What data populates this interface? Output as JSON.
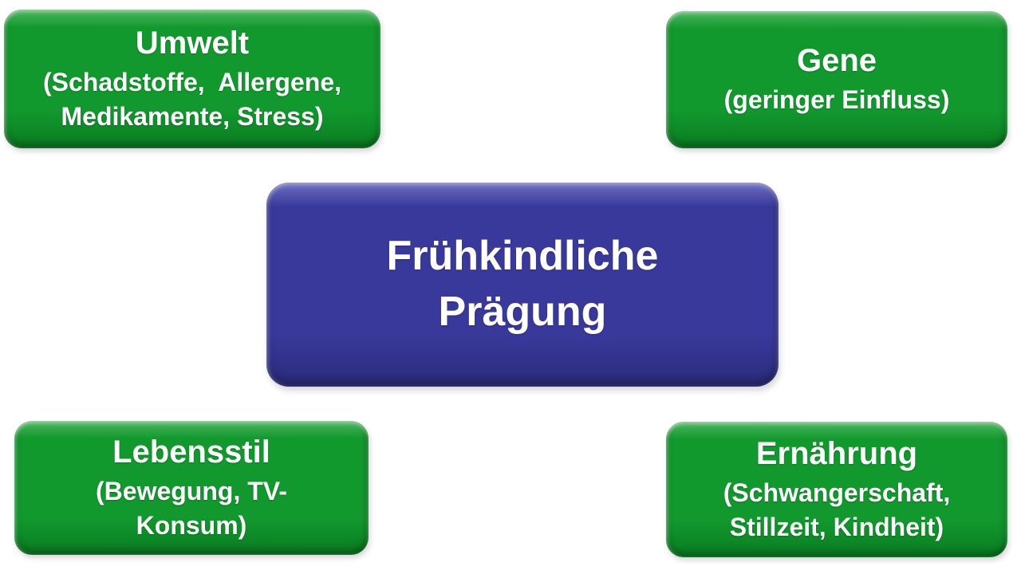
{
  "colors": {
    "background": "#ffffff",
    "green": "#12992e",
    "green-light": "#4cb75f",
    "green-dark": "#0a7c22",
    "blue": "#39399b",
    "blue-light": "#6d6dc2",
    "blue-dark": "#2b2b7d",
    "text": "#ffffff"
  },
  "diagram": {
    "center": {
      "id": "fruehkindliche-praegung",
      "label": "Frühkindliche\nPrägung"
    },
    "nodes": [
      {
        "id": "umwelt",
        "title": "Umwelt",
        "subtitle": "(Schadstoffe,  Allergene,\nMedikamente, Stress)"
      },
      {
        "id": "gene",
        "title": "Gene",
        "subtitle": "(geringer Einfluss)"
      },
      {
        "id": "lebensstil",
        "title": "Lebensstil",
        "subtitle": "(Bewegung, TV-\nKonsum)"
      },
      {
        "id": "ernaehrung",
        "title": "Ernährung",
        "subtitle": "(Schwangerschaft,\nStillzeit, Kindheit)"
      }
    ]
  }
}
